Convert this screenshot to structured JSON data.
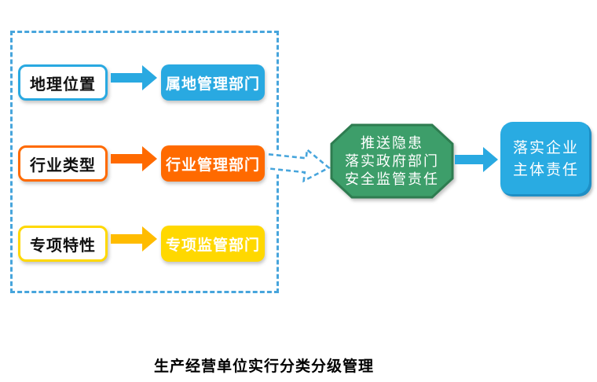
{
  "panel": {
    "border_color": "#47A5DC",
    "rows": [
      {
        "source_label": "地理位置",
        "target_label": "属地管理部门",
        "color": "#29A9E1",
        "arrow_color": "#29A9E1"
      },
      {
        "source_label": "行业类型",
        "target_label": "行业管理部门",
        "color": "#FF6A00",
        "arrow_color": "#FF6A00"
      },
      {
        "source_label": "专项特性",
        "target_label": "专项监管部门",
        "color": "#FFD800",
        "arrow_color": "#FFBC00"
      }
    ]
  },
  "flow": {
    "dashed_arrow_color": "#47A5DC",
    "octagon": {
      "fill": "#3D9E6A",
      "stroke": "#2E7C50",
      "lines": [
        "推送隐患",
        "落实政府部门",
        "安全监管责任"
      ]
    },
    "blue_arrow_color": "#29A9E1",
    "result": {
      "fill": "#29ABE2",
      "lines": [
        "落实企业",
        "主体责任"
      ]
    }
  },
  "caption": "生产经营单位实行分类分级管理"
}
